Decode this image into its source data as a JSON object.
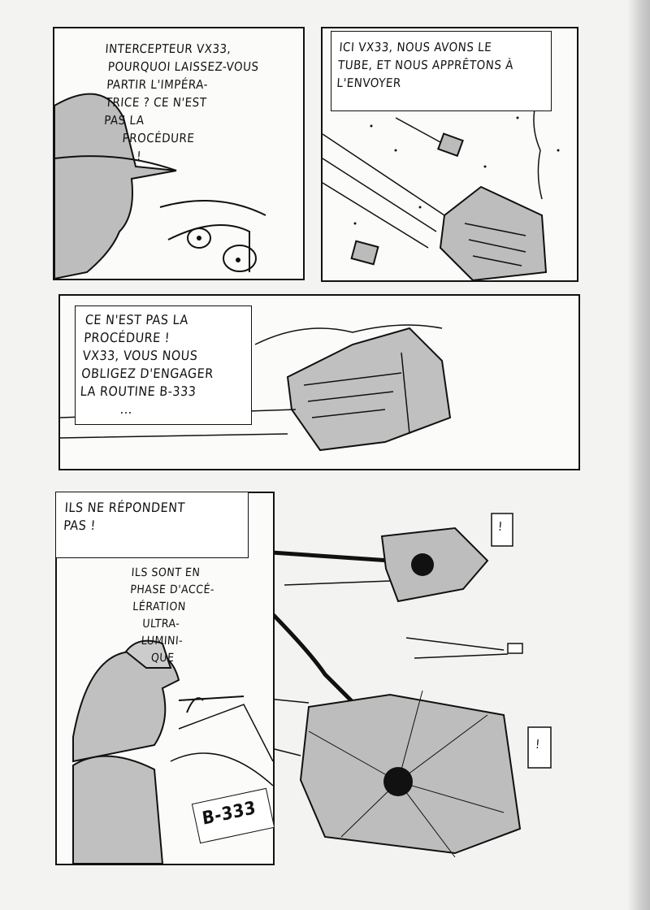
{
  "panels": [
    {
      "id": 1,
      "text": "INTERCEPTEUR VX33,\n POURQUOI LAISSEZ-VOUS\n PARTIR L'IMPÉRA-\n TRICE ? CE N'EST\n PAS LA\n      PROCÉDURE\n          !"
    },
    {
      "id": 2,
      "text": "ICI VX33, NOUS AVONS LE\nTUBE, ET NOUS APPRÊTONS À\nL'ENVOYER"
    },
    {
      "id": 3,
      "text": "CE N'EST PAS LA\nPROCÉDURE !\nVX33, VOUS NOUS\nOBLIGEZ D'ENGAGER\nLA ROUTINE B-333\n          ..."
    },
    {
      "id": 4,
      "text": "ILS NE RÉPONDENT\nPAS !",
      "text2": "ILS SONT EN\nPHASE D'ACCÉ-\n LÉRATION\n    ULTRA-\n    LUMINI-\n       QUE",
      "sign": "B-333",
      "exclaim": "!"
    }
  ]
}
